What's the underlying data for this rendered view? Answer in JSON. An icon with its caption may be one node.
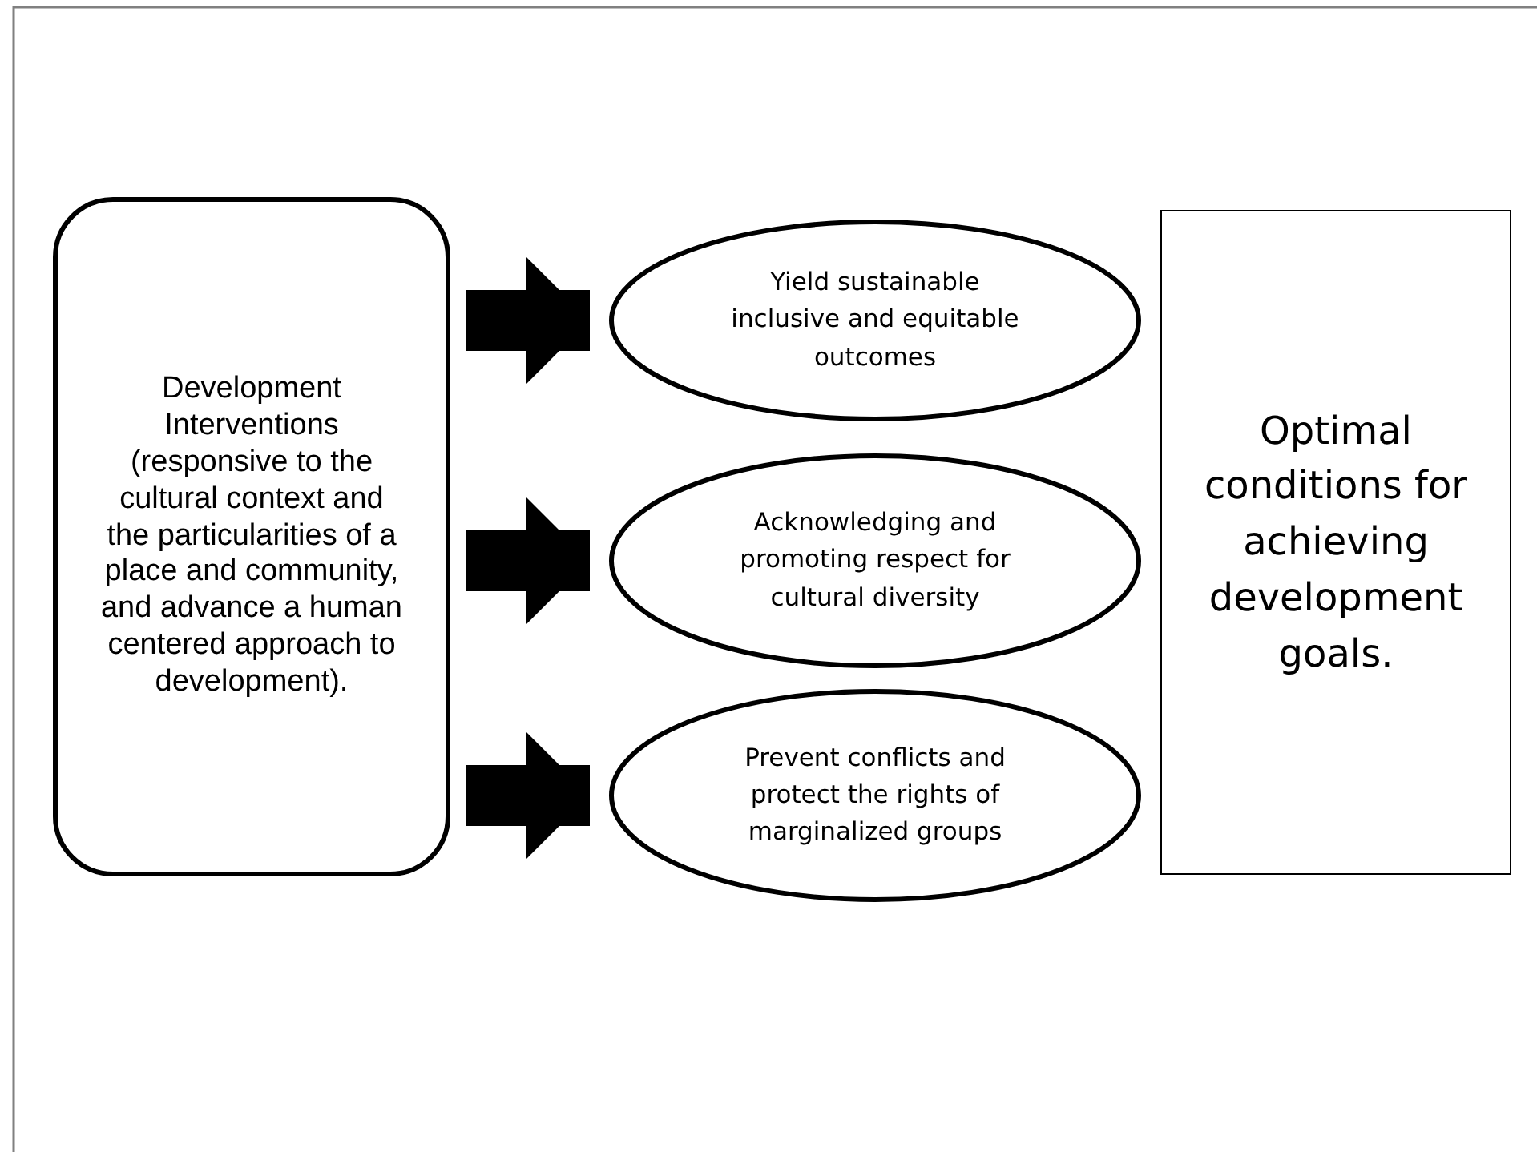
{
  "diagram": {
    "nodes": [
      {
        "text": [
          "Development Interventions (responsive to the cultural context and the particularities of a place and community, and advance a human centered approach to development)."
        ]
      },
      {
        "text": [
          "Yield sustainable inclusive and equitable outcomes"
        ]
      },
      {
        "text": [
          "Acknowledging and promoting respect for cultural diversity"
        ]
      },
      {
        "text": [
          "Prevent conflicts and protect the rights of marginalized groups"
        ]
      },
      {
        "text": [
          "Optimal conditions for achieving development goals."
        ]
      }
    ],
    "edges": [
      {
        "from": 0,
        "to": 1,
        "arrow": "to"
      },
      {
        "from": 0,
        "to": 2,
        "arrow": "to"
      },
      {
        "from": 0,
        "to": 3,
        "arrow": "to"
      }
    ]
  }
}
